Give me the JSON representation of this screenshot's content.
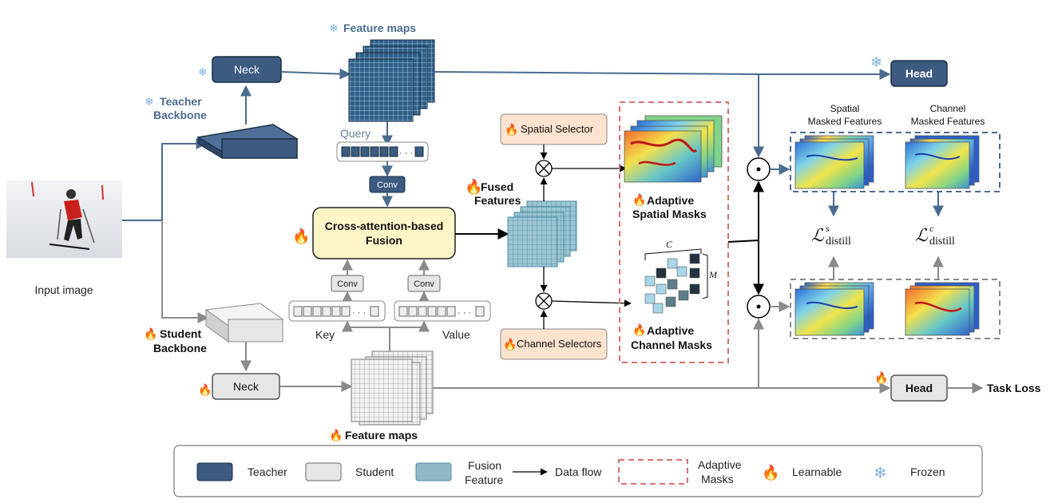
{
  "labels": {
    "teacher_feature_maps": "Feature maps",
    "student_feature_maps": "Feature maps",
    "teacher_backbone_line1": "Teacher",
    "teacher_backbone_line2": "Backbone",
    "student_backbone_line1": "Student",
    "student_backbone_line2": "Backbone",
    "teacher_neck": "Neck",
    "student_neck": "Neck",
    "teacher_head": "Head",
    "student_head": "Head",
    "task_loss": "Task Loss",
    "input_image": "Input image",
    "query": "Query",
    "key": "Key",
    "value": "Value",
    "conv": "Conv",
    "fusion_line1": "Cross-attention-based",
    "fusion_line2": "Fusion",
    "fused_line1": "Fused",
    "fused_line2": "Features",
    "spatial_selector": "Spatial Selector",
    "channel_selectors": "Channel Selectors",
    "adaptive_spatial_line1": "Adaptive",
    "adaptive_spatial_line2": "Spatial Masks",
    "adaptive_channel_line1": "Adaptive",
    "adaptive_channel_line2": "Channel Masks",
    "spatial_masked_line1": "Spatial",
    "spatial_masked_line2": "Masked Features",
    "channel_masked_line1": "Channel",
    "channel_masked_line2": "Masked Features",
    "loss_spatial_main": "ℒ",
    "loss_spatial_sup": "s",
    "loss_spatial_sub": "distill",
    "loss_channel_main": "ℒ",
    "loss_channel_sup": "c",
    "loss_channel_sub": "distill",
    "cube_c": "C",
    "cube_m": "M",
    "dots": "· · ·"
  },
  "legend": {
    "teacher": "Teacher",
    "student": "Student",
    "fusion_line1": "Fusion",
    "fusion_line2": "Feature",
    "data_flow": "Data flow",
    "masks_line1": "Adaptive",
    "masks_line2": "Masks",
    "learnable": "Learnable",
    "frozen": "Frozen"
  },
  "colors": {
    "teacher": "#3d5a80",
    "student": "#e6e6e6",
    "fusion": "#8fb8c8",
    "blue_arrow": "#4a6b8f",
    "gray_arrow": "#8a8a8a",
    "mask_border": "#d97070",
    "selector_fill": "#fbe3cf",
    "fusion_fill": "#fdf4c8"
  }
}
